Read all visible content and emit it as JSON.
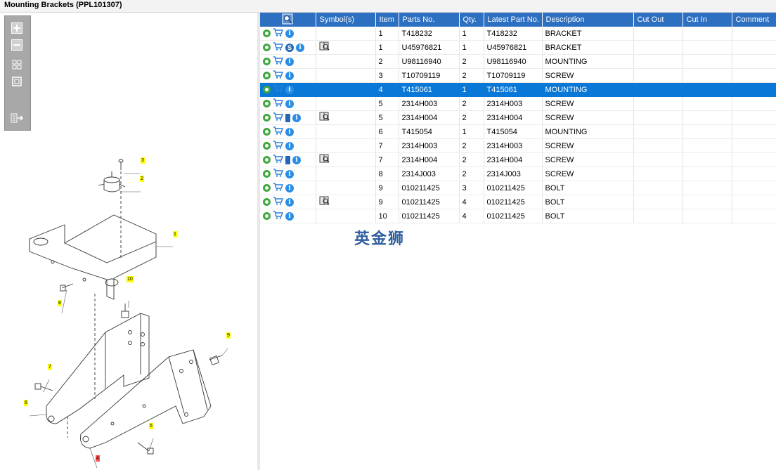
{
  "window": {
    "title": "Mounting Brackets (PPL101307)"
  },
  "toolbar": {
    "icons": [
      "zoom-in-icon",
      "zoom-out-icon",
      "fit-all-icon",
      "fit-window-icon",
      "export-icon"
    ]
  },
  "diagram": {
    "callouts": [
      "3",
      "2",
      "1",
      "8",
      "10",
      "9",
      "7",
      "6",
      "5",
      "4"
    ]
  },
  "table": {
    "columns": [
      "",
      "Symbol(s)",
      "Item",
      "Parts No.",
      "Qty.",
      "Latest Part No.",
      "Description",
      "Cut Out",
      "Cut In",
      "Comment"
    ],
    "rows": [
      {
        "icons": [
          "gear",
          "cart",
          "info"
        ],
        "symbol": "",
        "item": "1",
        "part": "T418232",
        "qty": "1",
        "latest": "T418232",
        "desc": "BRACKET"
      },
      {
        "icons": [
          "gear",
          "cart",
          "s",
          "info"
        ],
        "symbol": "book-zoom",
        "item": "1",
        "part": "U45976821",
        "qty": "1",
        "latest": "U45976821",
        "desc": "BRACKET"
      },
      {
        "icons": [
          "gear",
          "cart",
          "info"
        ],
        "symbol": "",
        "item": "2",
        "part": "U98116940",
        "qty": "2",
        "latest": "U98116940",
        "desc": "MOUNTING"
      },
      {
        "icons": [
          "gear",
          "cart",
          "info"
        ],
        "symbol": "",
        "item": "3",
        "part": "T10709119",
        "qty": "2",
        "latest": "T10709119",
        "desc": "SCREW"
      },
      {
        "icons": [
          "gear",
          "cart",
          "info"
        ],
        "symbol": "",
        "item": "4",
        "part": "T415061",
        "qty": "1",
        "latest": "T415061",
        "desc": "MOUNTING",
        "selected": true
      },
      {
        "icons": [
          "gear",
          "cart",
          "info"
        ],
        "symbol": "",
        "item": "5",
        "part": "2314H003",
        "qty": "2",
        "latest": "2314H003",
        "desc": "SCREW"
      },
      {
        "icons": [
          "gear",
          "cart",
          "book",
          "info"
        ],
        "symbol": "book-zoom",
        "item": "5",
        "part": "2314H004",
        "qty": "2",
        "latest": "2314H004",
        "desc": "SCREW"
      },
      {
        "icons": [
          "gear",
          "cart",
          "info"
        ],
        "symbol": "",
        "item": "6",
        "part": "T415054",
        "qty": "1",
        "latest": "T415054",
        "desc": "MOUNTING"
      },
      {
        "icons": [
          "gear",
          "cart",
          "info"
        ],
        "symbol": "",
        "item": "7",
        "part": "2314H003",
        "qty": "2",
        "latest": "2314H003",
        "desc": "SCREW"
      },
      {
        "icons": [
          "gear",
          "cart",
          "book",
          "info"
        ],
        "symbol": "book-zoom",
        "item": "7",
        "part": "2314H004",
        "qty": "2",
        "latest": "2314H004",
        "desc": "SCREW"
      },
      {
        "icons": [
          "gear",
          "cart",
          "info"
        ],
        "symbol": "",
        "item": "8",
        "part": "2314J003",
        "qty": "2",
        "latest": "2314J003",
        "desc": "SCREW"
      },
      {
        "icons": [
          "gear",
          "cart",
          "info"
        ],
        "symbol": "",
        "item": "9",
        "part": "010211425",
        "qty": "3",
        "latest": "010211425",
        "desc": "BOLT"
      },
      {
        "icons": [
          "gear",
          "cart",
          "info"
        ],
        "symbol": "book-zoom",
        "item": "9",
        "part": "010211425",
        "qty": "4",
        "latest": "010211425",
        "desc": "BOLT"
      },
      {
        "icons": [
          "gear",
          "cart",
          "info"
        ],
        "symbol": "",
        "item": "10",
        "part": "010211425",
        "qty": "4",
        "latest": "010211425",
        "desc": "BOLT"
      }
    ]
  },
  "watermark": {
    "text": "英金狮"
  },
  "colors": {
    "header": "#2d6fc0",
    "selected": "#0a78d7",
    "gear": "#3fa83f",
    "info": "#2b8ee6"
  }
}
